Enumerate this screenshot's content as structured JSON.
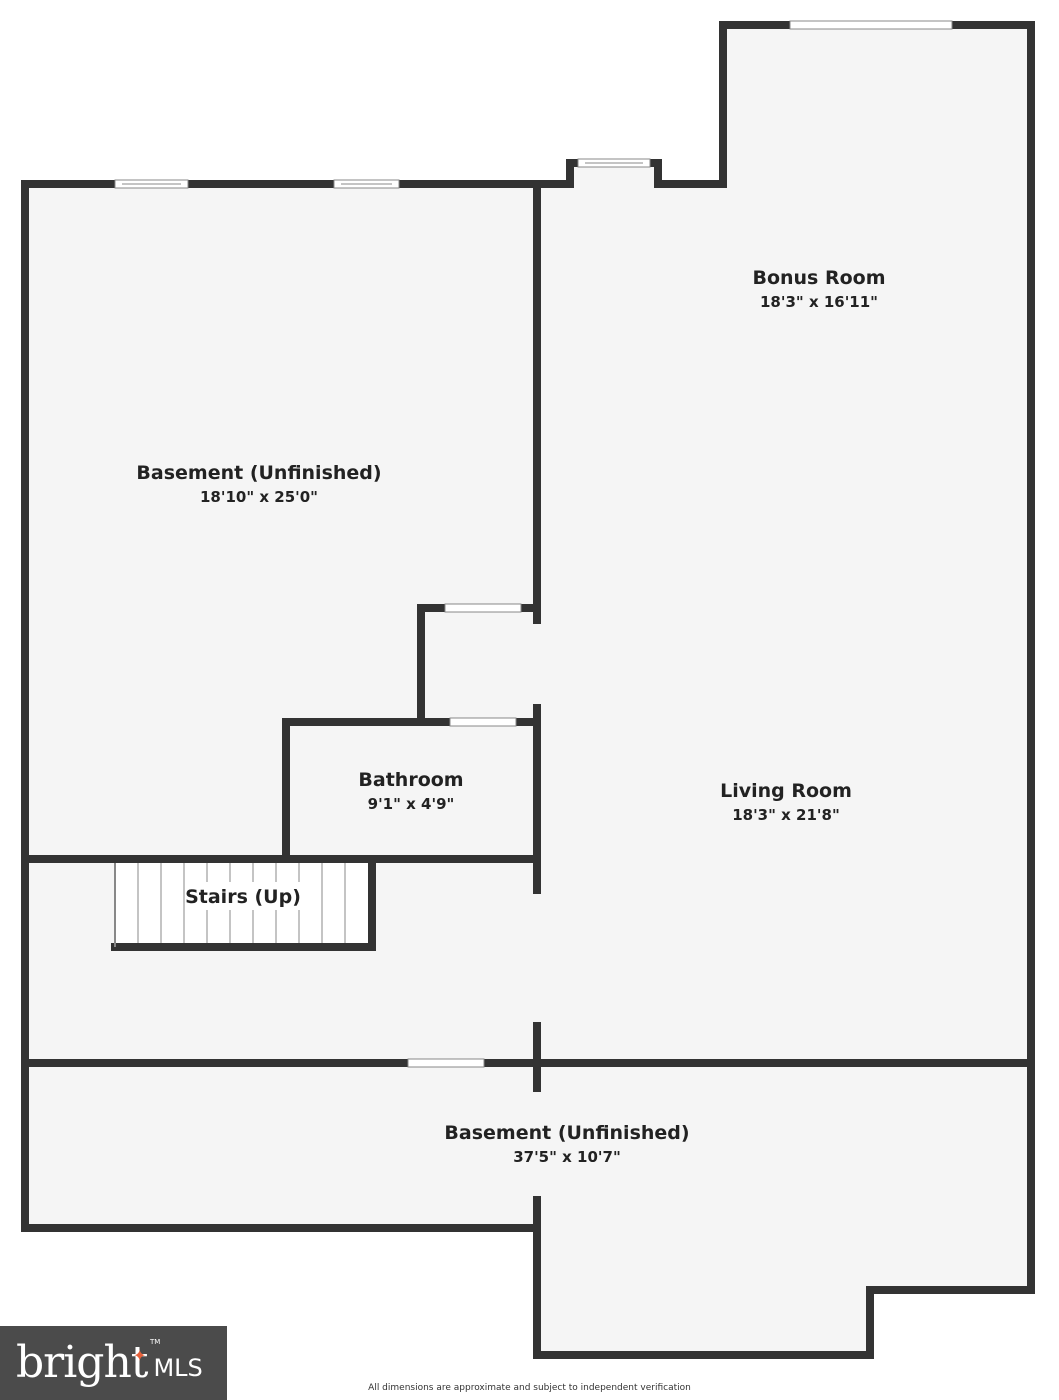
{
  "rooms": {
    "bonus": {
      "name": "Bonus Room",
      "dims": "18'3\" x 16'11\""
    },
    "basement_upper": {
      "name": "Basement (Unfinished)",
      "dims": "18'10\" x 25'0\""
    },
    "bathroom": {
      "name": "Bathroom",
      "dims": "9'1\" x 4'9\""
    },
    "living": {
      "name": "Living Room",
      "dims": "18'3\" x 21'8\""
    },
    "stairs": {
      "name": "Stairs (Up)"
    },
    "basement_lower": {
      "name": "Basement (Unfinished)",
      "dims": "37'5\" x 10'7\""
    }
  },
  "disclaimer": "All dimensions are approximate and subject to independent verification",
  "logo": {
    "word": "bright",
    "suffix": "MLS",
    "tm": "TM"
  },
  "colors": {
    "wall": "#333333",
    "floor": "#f5f5f5",
    "accent": "#e5603a",
    "logo_bg": "#4b4b4b"
  }
}
